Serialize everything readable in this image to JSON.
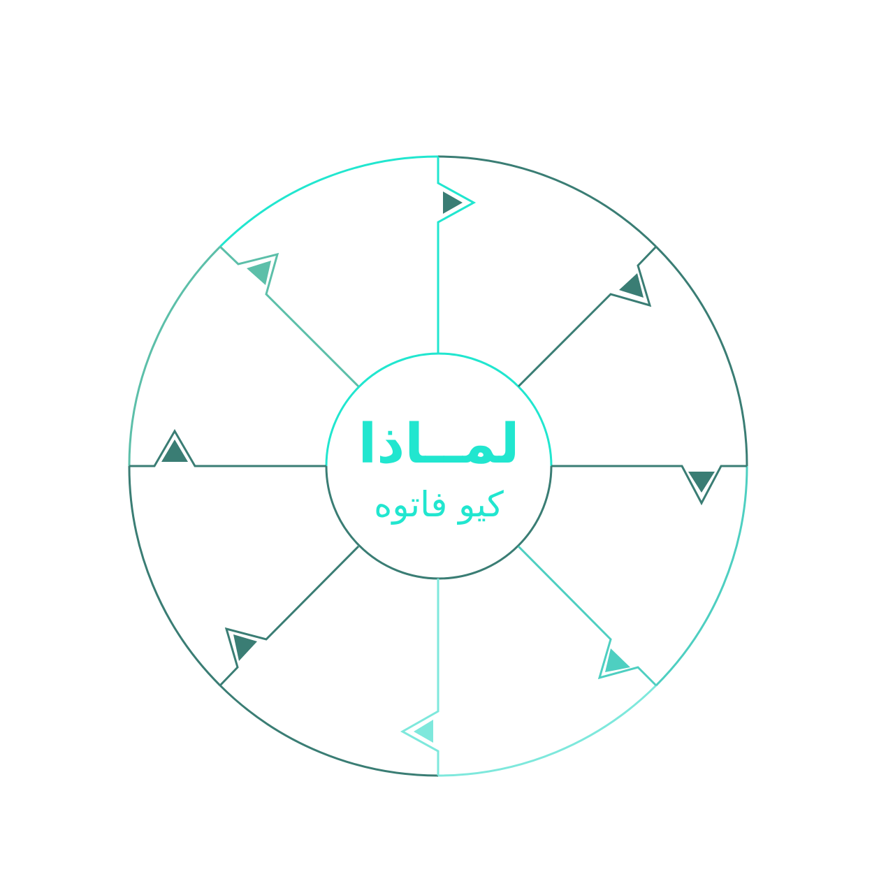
{
  "center": {
    "title": "لمــاذا",
    "subtitle": "كيو فاتوه"
  },
  "colors": {
    "teal_bright": "#21e6cf",
    "teal_mid": "#5cbfa9",
    "teal_dark": "#3a7d74",
    "teal_light": "#7ee8dc",
    "teal_medium_light": "#4ecfc1"
  },
  "spokes": [
    {
      "name": "top",
      "color": "#3a7d74",
      "icon": "triangle-right-icon"
    },
    {
      "name": "top-right",
      "color": "#3a7d74",
      "icon": "triangle-icon"
    },
    {
      "name": "right",
      "color": "#3a7d74",
      "icon": "triangle-down-icon"
    },
    {
      "name": "bottom-right",
      "color": "#4ecfc1",
      "icon": "triangle-icon"
    },
    {
      "name": "bottom",
      "color": "#7ee8dc",
      "icon": "triangle-left-icon"
    },
    {
      "name": "bottom-left",
      "color": "#3a7d74",
      "icon": "triangle-icon"
    },
    {
      "name": "left",
      "color": "#3a7d74",
      "icon": "triangle-up-icon"
    },
    {
      "name": "top-left",
      "color": "#5cbfa9",
      "icon": "triangle-icon"
    }
  ]
}
